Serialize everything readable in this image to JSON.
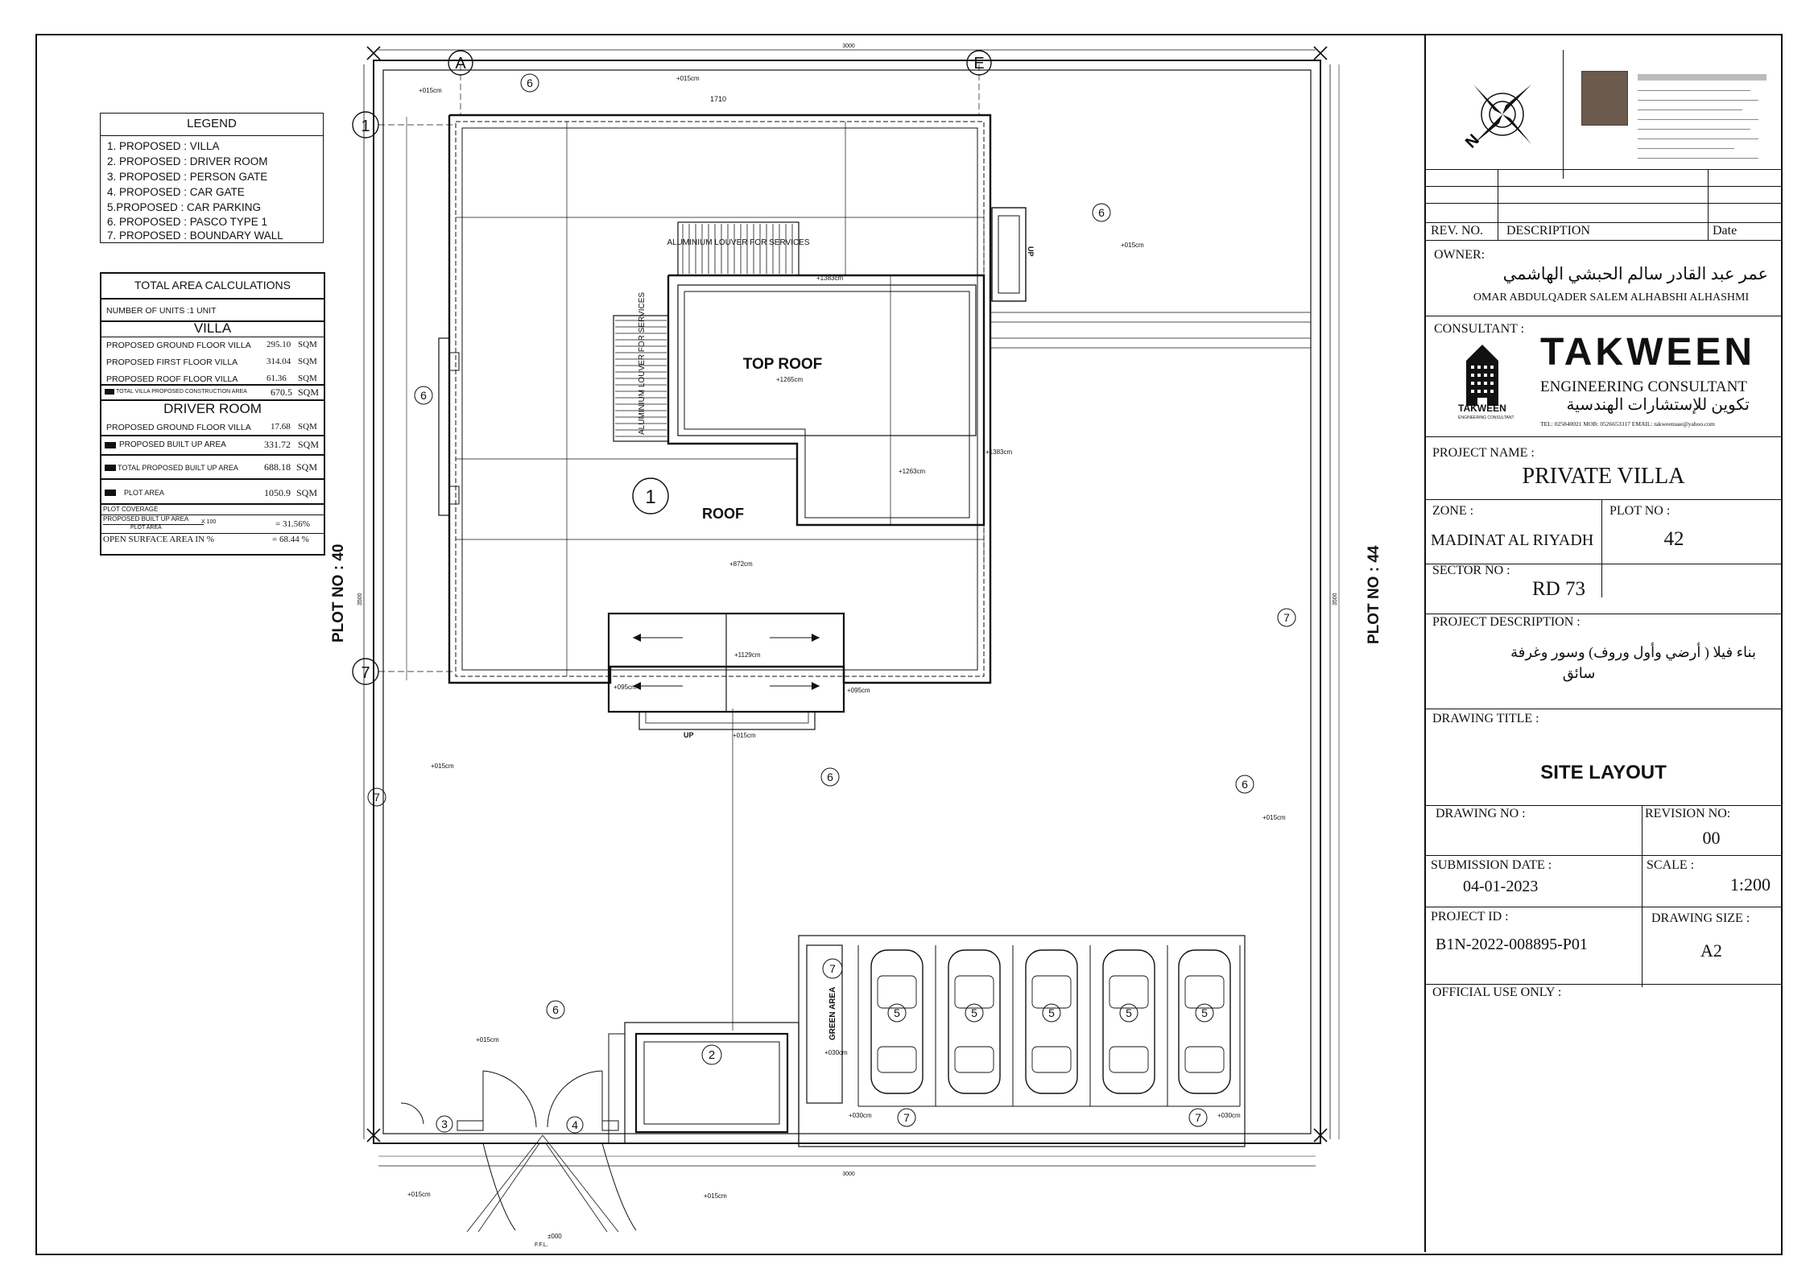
{
  "legend": {
    "title": "LEGEND",
    "items": [
      "1. PROPOSED : VILLA",
      "2. PROPOSED : DRIVER ROOM",
      "3. PROPOSED : PERSON GATE",
      "4. PROPOSED : CAR GATE",
      "5.PROPOSED : CAR PARKING",
      "6. PROPOSED : PASCO TYPE 1",
      "7. PROPOSED : BOUNDARY WALL"
    ]
  },
  "area_calc": {
    "title": "TOTAL AREA CALCULATIONS",
    "units": "NUMBER OF UNITS :1 UNIT",
    "villa_heading": "VILLA",
    "villa_rows": [
      {
        "label": "PROPOSED   GROUND FLOOR VILLA",
        "value": "295.10",
        "unit": "SQM"
      },
      {
        "label": "PROPOSED   FIRST FLOOR VILLA",
        "value": "314.04",
        "unit": "SQM"
      },
      {
        "label": "PROPOSED   ROOF FLOOR VILLA",
        "value": "61.36",
        "unit": "SQM"
      }
    ],
    "villa_total_label": "TOTAL VILLA PROPOSED CONSTRUCTION AREA",
    "villa_total_value": "670.5",
    "villa_total_unit": "SQM",
    "driver_heading": "DRIVER ROOM",
    "driver_row": {
      "label": "PROPOSED   GROUND FLOOR VILLA",
      "value": "17.68",
      "unit": "SQM"
    },
    "built_up": {
      "label": "PROPOSED  BUILT UP AREA",
      "value": "331.72",
      "unit": "SQM"
    },
    "total_built_up": {
      "label": "TOTAL PROPOSED BUILT UP AREA",
      "value": "688.18",
      "unit": "SQM"
    },
    "plot_area": {
      "label": "PLOT AREA",
      "value": "1050.9",
      "unit": "SQM"
    },
    "plot_coverage": "PLOT COVERAGE",
    "coverage_num": "PROPOSED  BUILT UP AREA",
    "coverage_den": "PLOT AREA",
    "coverage_x": "X 100",
    "coverage_value": "= 31.56%",
    "open_label": "OPEN SURFACE AREA IN %",
    "open_value": "= 68.44 %"
  },
  "plan": {
    "grid_a": "A",
    "grid_e": "E",
    "grid_1": "1",
    "grid_7": "7",
    "plot_left": "PLOT NO : 40",
    "plot_right": "PLOT NO : 44",
    "top_roof": "TOP ROOF",
    "roof": "ROOF",
    "louver_top": "ALUMINIUM LOUVER FOR SERVICES",
    "louver_side": "ALUMINIUM LOUVER FOR SERVICES",
    "green_area": "GREEN AREA",
    "up_label": "UP",
    "dim_3000": "3000",
    "dim_3500": "3500",
    "dim_1710": "1710",
    "level_015": "+015cm",
    "level_1265": "+1265cm",
    "level_1263": "+1263cm",
    "level_1383": "+1383cm",
    "level_872": "+872cm",
    "level_1129": "+1129cm",
    "level_095": "+095cm",
    "level_030": "+030cm",
    "level_000": "±000",
    "ffl": "F.F.L.",
    "ref1": "1",
    "ref2": "2",
    "ref3": "3",
    "ref4": "4",
    "ref5": "5",
    "ref6": "6",
    "ref7": "7"
  },
  "title_block": {
    "rev_no": "REV. NO.",
    "description": "DESCRIPTION",
    "date": "Date",
    "owner_label": "OWNER:",
    "owner_ar": "عمر عبد القادر سالم الحبشي الهاشمي",
    "owner_en": "OMAR ABDULQADER SALEM ALHABSHI ALHASHMI",
    "consultant_label": "CONSULTANT :",
    "firm": "TAKWEEN",
    "firm_sub": "ENGINEERING CONSULTANT",
    "firm_ar": "تكوين للإستشارات الهندسية",
    "logo_text": "TAKWEEN",
    "logo_sub": "ENGINEERING CONSULTANT",
    "contact": "TEL: 025840021  MOB: 0526653317  EMAIL: takweenuae@yahoo.com",
    "project_name_label": "PROJECT NAME :",
    "project_name": "PRIVATE VILLA",
    "zone_label": "ZONE :",
    "zone": "MADINAT AL RIYADH",
    "plot_label": "PLOT NO :",
    "plot": "42",
    "sector_label": "SECTOR NO :",
    "sector": "RD 73",
    "desc_label": "PROJECT DESCRIPTION :",
    "desc_ar_1": "بناء  فيلا ( أرضي وأول وروف)  وسور  وغرفة",
    "desc_ar_2": "سائق",
    "drawing_title_label": "DRAWING TITLE :",
    "drawing_title": "SITE LAYOUT",
    "drawing_no_label": "DRAWING NO :",
    "revision_label": "REVISION NO:",
    "revision": "00",
    "submission_label": "SUBMISSION DATE :",
    "submission": "04-01-2023",
    "scale_label": "SCALE :",
    "scale": "1:200",
    "project_id_label": "PROJECT ID :",
    "project_id": "B1N-2022-008895-P01",
    "size_label": "DRAWING SIZE :",
    "size": "A2",
    "official_label": "OFFICIAL USE ONLY :",
    "north": "N"
  },
  "colors": {
    "line": "#111111",
    "paper": "#ffffff"
  }
}
